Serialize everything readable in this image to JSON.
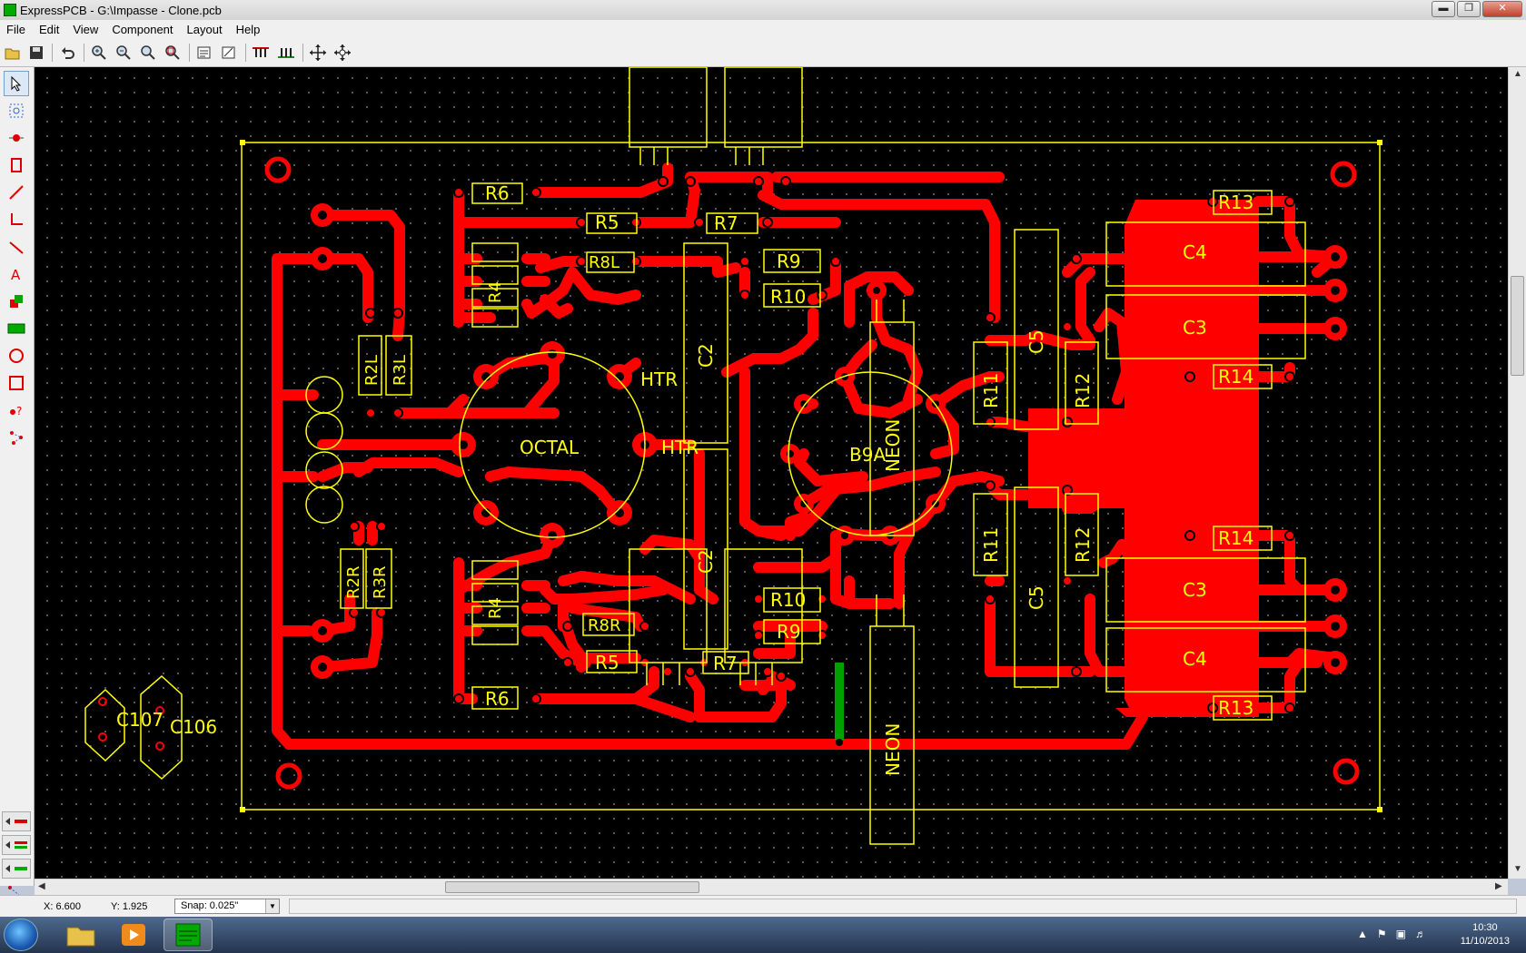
{
  "window": {
    "title": "ExpressPCB - G:\\Impasse - Clone.pcb"
  },
  "menu": [
    "File",
    "Edit",
    "View",
    "Component",
    "Layout",
    "Help"
  ],
  "toolbar": [
    "open-icon",
    "save-icon",
    "undo-icon",
    "zoom-in-icon",
    "zoom-out-icon",
    "zoom-fit-icon",
    "zoom-area-icon",
    "properties-icon",
    "component-properties-icon",
    "top-layer-icon",
    "bottom-layer-icon",
    "move-icon",
    "move-center-icon"
  ],
  "tools": [
    "select-tool",
    "zoom-select-tool",
    "pad-tool",
    "component-tool",
    "trace-tool",
    "angle-trace-tool",
    "line-tool",
    "text-tool",
    "shape-tool",
    "board-tool",
    "circle-tool",
    "rect-tool",
    "query-tool",
    "netlist-tool"
  ],
  "colors": {
    "trace": "#ff0000",
    "silk": "#ffff00",
    "jumper": "#00aa00",
    "background": "#000000"
  },
  "labels": {
    "r6_top": "R6",
    "r5_top": "R5",
    "r7_top": "R7",
    "r8l": "R8L",
    "r9_top": "R9",
    "r10_top": "R10",
    "r4_top": "R4",
    "r2l": "R2L",
    "r3l": "R3L",
    "htr1": "HTR",
    "htr2": "HTR",
    "octal": "OCTAL",
    "c2_top": "C2",
    "c2_bot": "C2",
    "b9a": "B9A",
    "neon_top": "NEON",
    "neon_bot": "NEON",
    "r11_top": "R11",
    "r11_bot": "R11",
    "c5_top": "C5",
    "c5_bot": "C5",
    "r12_top": "R12",
    "r12_bot": "R12",
    "c4_top": "C4",
    "c3_top": "C3",
    "r13_top": "R13",
    "r14_top": "R14",
    "r14_bot": "R14",
    "c3_bot": "C3",
    "c4_bot": "C4",
    "r13_bot": "R13",
    "r2r": "R2R",
    "r3r": "R3R",
    "r4_bot": "R4",
    "r8r": "R8R",
    "r5_bot": "R5",
    "r7_bot": "R7",
    "r10_bot": "R10",
    "r9_bot": "R9",
    "r6_bot": "R6",
    "c107": "C107",
    "c106": "C106"
  },
  "status": {
    "x": "X: 6.600",
    "y": "Y: 1.925",
    "snap": "Snap:  0.025\""
  },
  "clock": {
    "time": "10:30",
    "date": "11/10/2013"
  }
}
